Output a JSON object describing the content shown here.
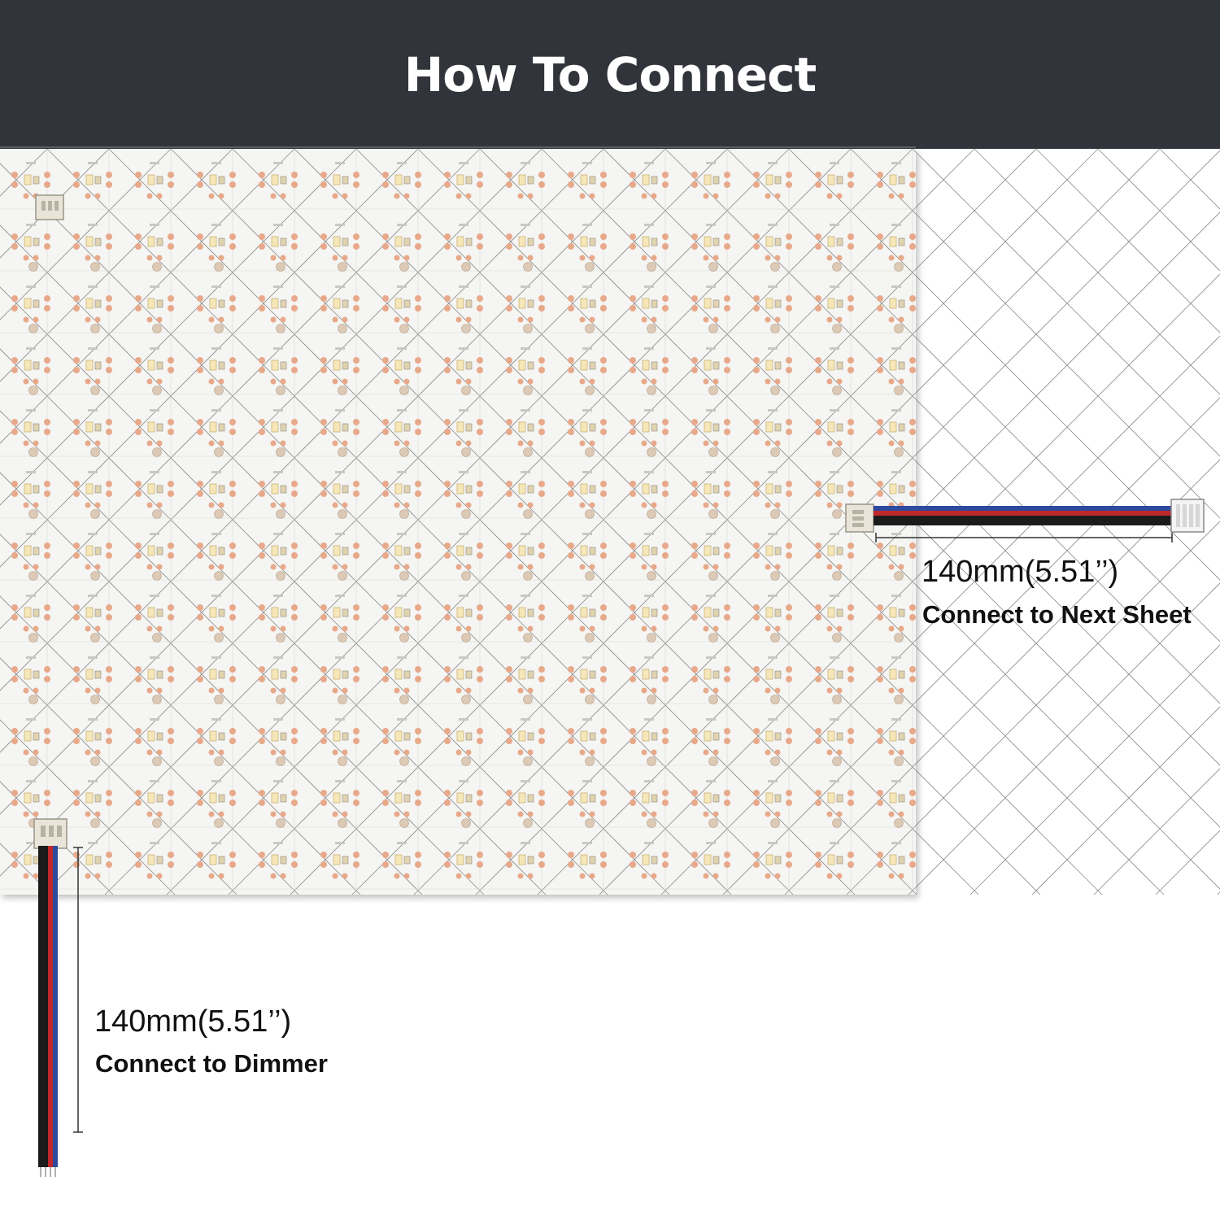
{
  "header": {
    "title": "How To Connect"
  },
  "right_cable": {
    "length": "140mm(5.51’’)",
    "purpose": "Connect to Next Sheet"
  },
  "bottom_cable": {
    "length": "140mm(5.51’’)",
    "purpose": "Connect to Dimmer"
  },
  "colors": {
    "header_bg": "#31343a",
    "board": "#f5f5f3",
    "pad": "#e8a98a",
    "wire_black": "#1b1b1b",
    "wire_red": "#c0282c",
    "wire_blue": "#2d4a9e"
  }
}
